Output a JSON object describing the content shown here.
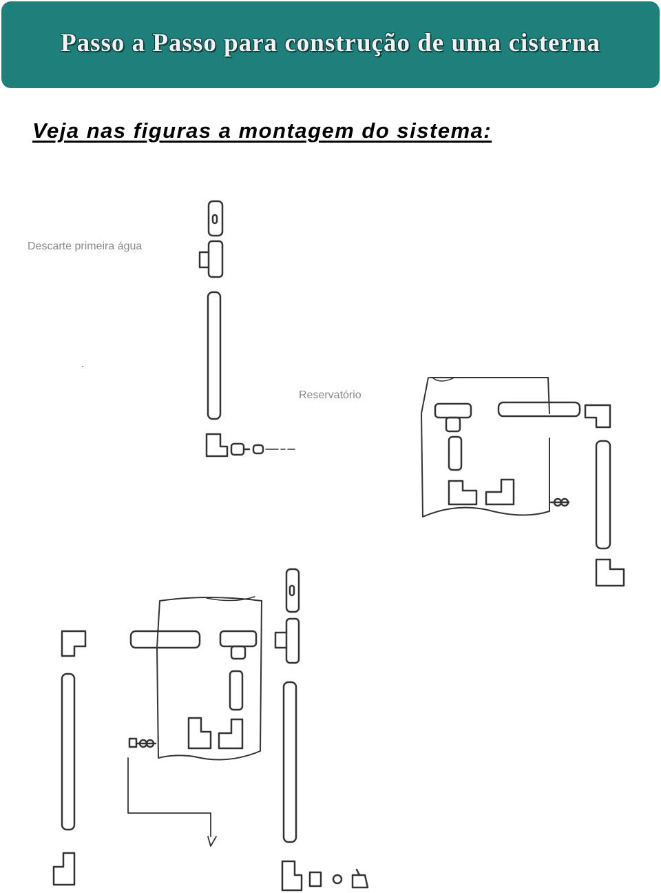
{
  "header": {
    "title": "Passo a Passo para construção de uma cisterna"
  },
  "intro": {
    "text": "Veja nas figuras a montagem do sistema:"
  },
  "figure": {
    "labels": {
      "discard": "Descarte primeira água",
      "reservoir": "Reservatório"
    }
  }
}
